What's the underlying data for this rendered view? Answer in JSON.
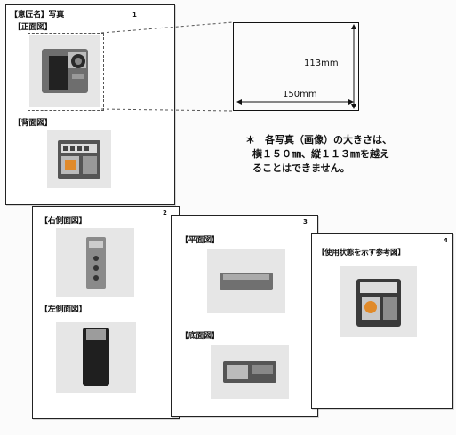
{
  "page1": {
    "number": "1",
    "title": "【意匠名】写真",
    "front_label": "【正面図】",
    "back_label": "【背面図】"
  },
  "page2": {
    "number": "2",
    "right_label": "【右側面図】",
    "left_label": "【左側面図】"
  },
  "page3": {
    "number": "3",
    "top_label": "【平面図】",
    "bottom_label": "【底面図】"
  },
  "page4": {
    "number": "4",
    "ref_label": "【使用状態を示す参考図】"
  },
  "dimension": {
    "height": "113mm",
    "width": "150mm"
  },
  "note": {
    "line1": "＊　各写真（画像）の大きさは、",
    "line2": "横１５０㎜、縦１１３㎜を越え",
    "line3": "ることはできません。"
  }
}
